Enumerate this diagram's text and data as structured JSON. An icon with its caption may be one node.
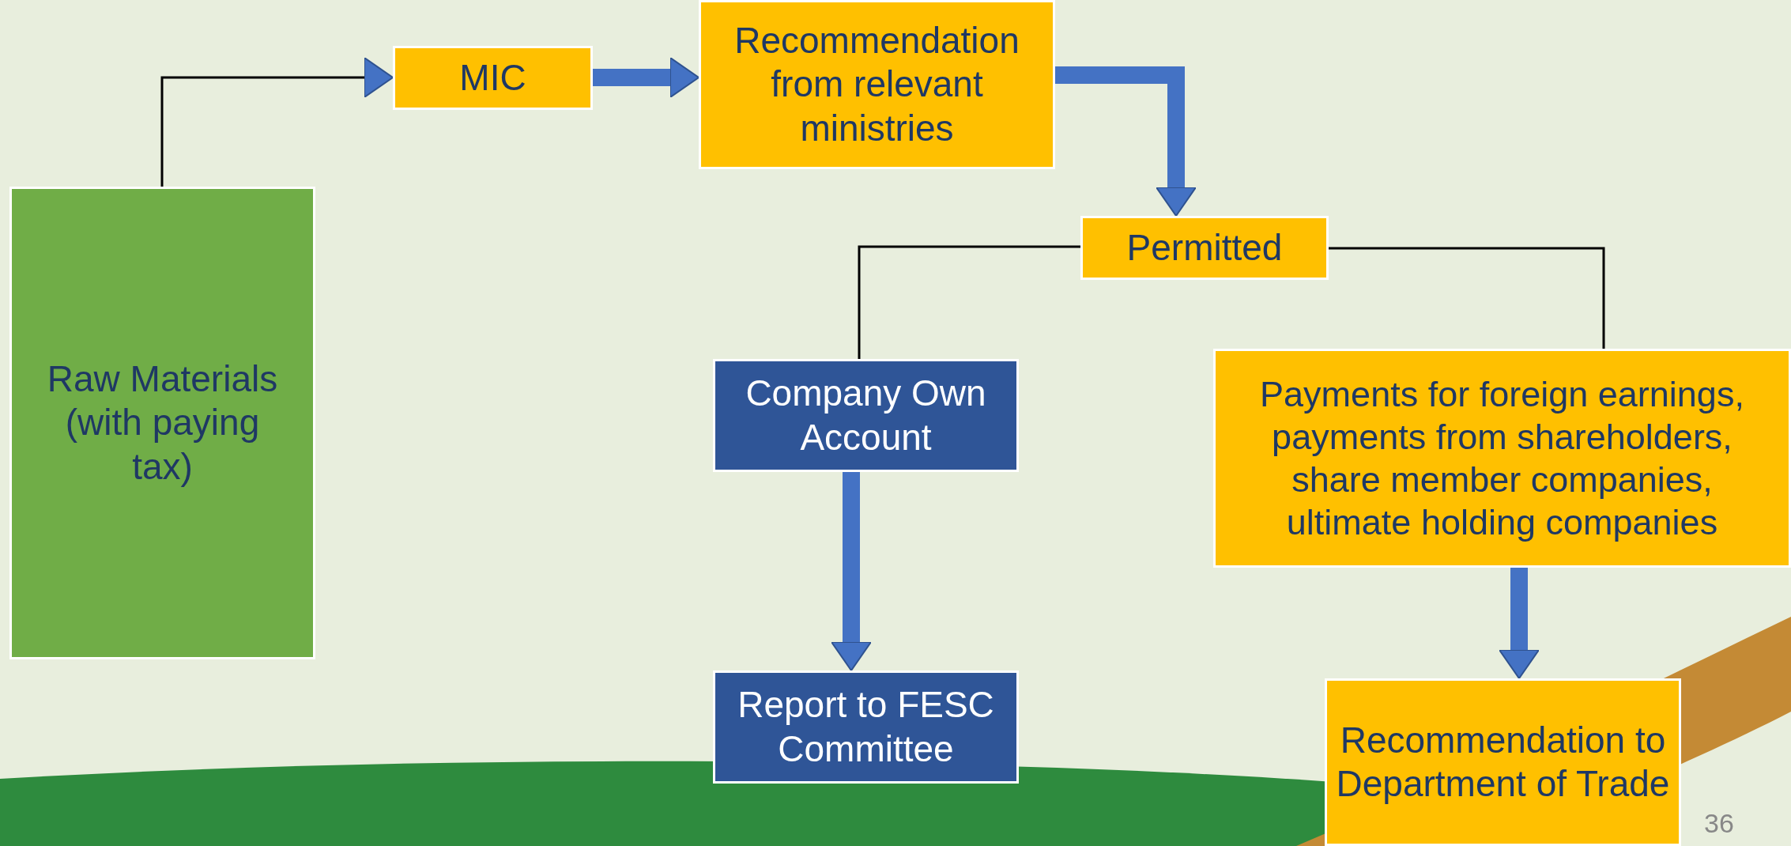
{
  "diagram": {
    "nodes": [
      {
        "text": [
          "Raw Materials (with paying tax)"
        ]
      },
      {
        "text": [
          "MIC"
        ]
      },
      {
        "text": [
          "Recommendation from relevant ministries"
        ]
      },
      {
        "text": [
          "Permitted"
        ]
      },
      {
        "text": [
          "Company Own Account"
        ]
      },
      {
        "text": [
          "Payments for foreign earnings, payments from shareholders, share member companies, ultimate holding companies"
        ]
      },
      {
        "text": [
          "Report to FESC Committee"
        ]
      },
      {
        "text": [
          "Recommendation to Department of Trade"
        ]
      }
    ],
    "edges": [
      {
        "from": 0,
        "to": 1,
        "arrow": "to",
        "color": "#000000"
      },
      {
        "from": 1,
        "to": 2,
        "arrow": "to"
      },
      {
        "from": 2,
        "to": 3,
        "arrow": "to"
      },
      {
        "from": 3,
        "to": 4,
        "arrow": "none",
        "color": "#000000"
      },
      {
        "from": 3,
        "to": 5,
        "arrow": "none",
        "color": "#000000"
      },
      {
        "from": 4,
        "to": 6,
        "arrow": "to"
      },
      {
        "from": 5,
        "to": 7,
        "arrow": "to"
      }
    ],
    "labels": [
      "36"
    ]
  }
}
